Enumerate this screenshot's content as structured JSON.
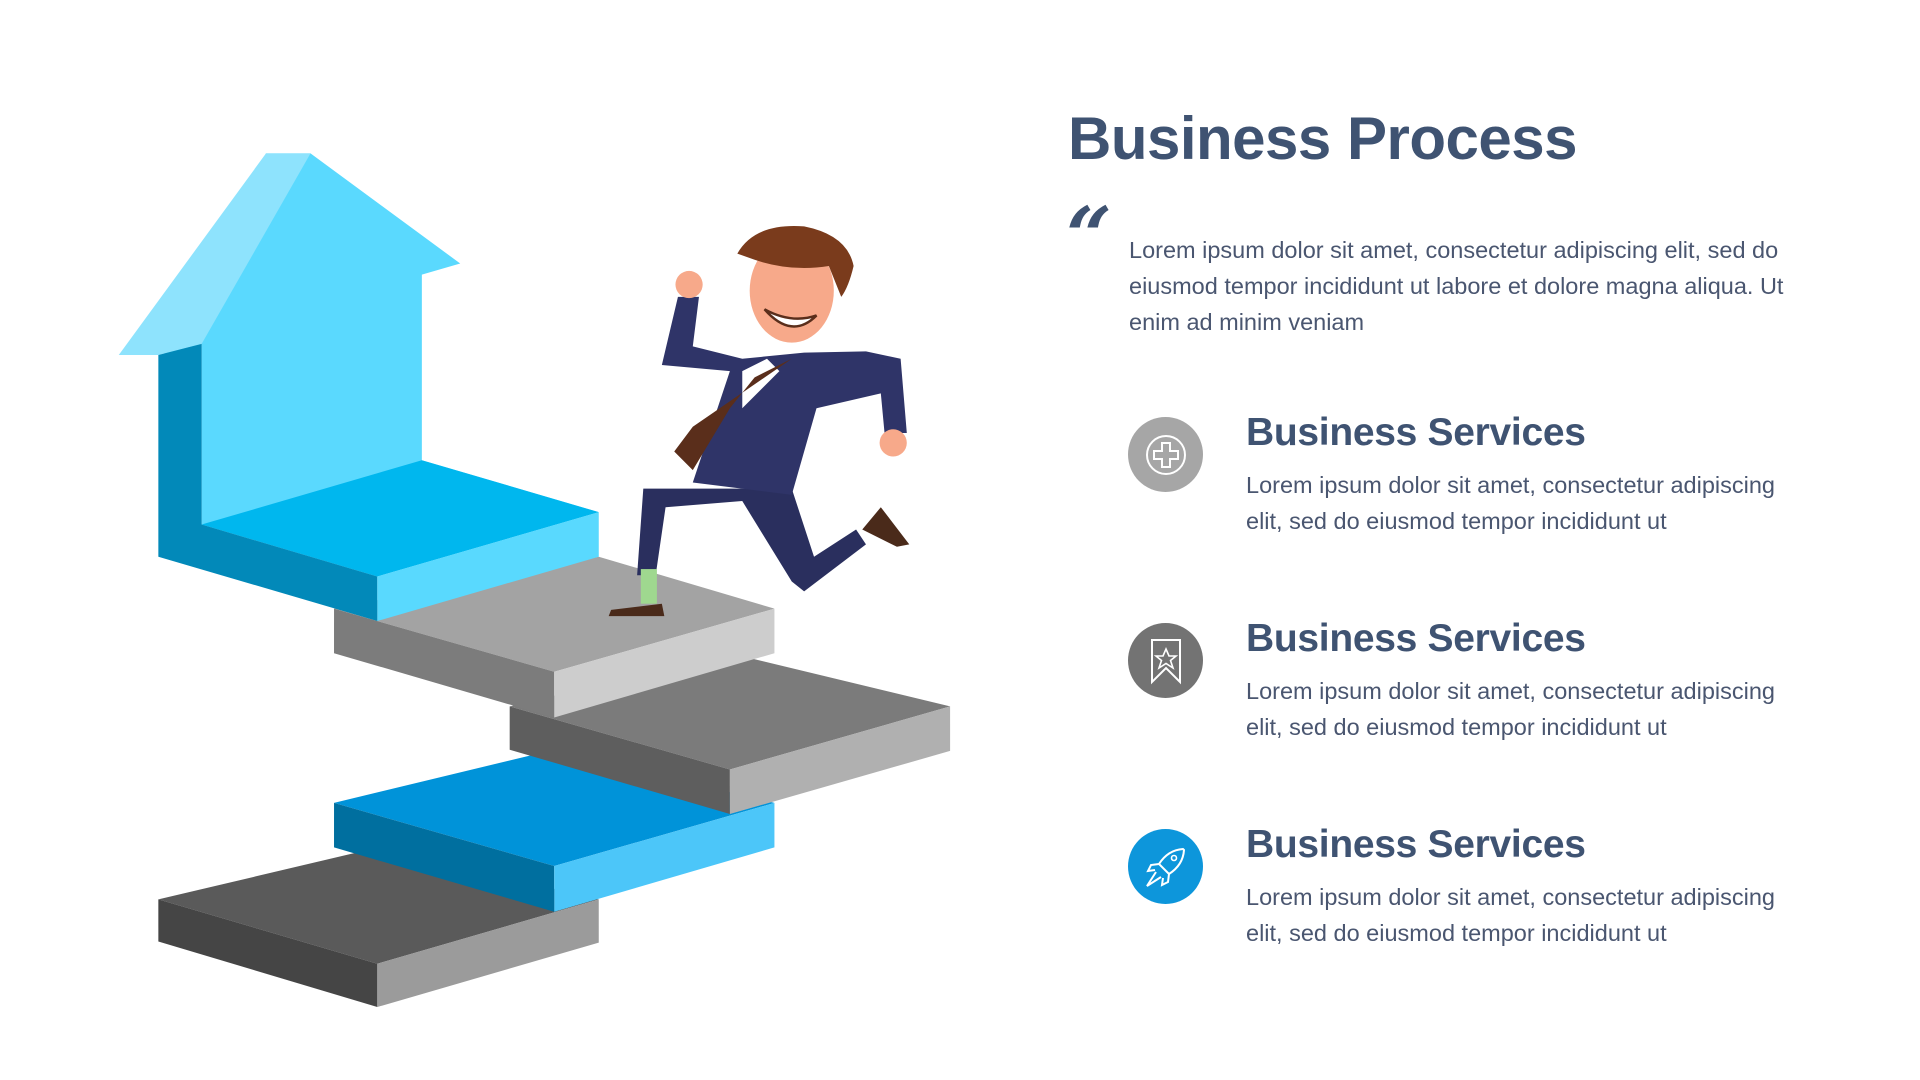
{
  "header": {
    "title": "Business Process",
    "quote_mark": "“",
    "quote_text": "Lorem ipsum dolor sit amet, consectetur adipiscing elit, sed do eiusmod tempor incididunt ut labore et dolore magna aliqua. Ut enim ad minim veniam"
  },
  "services": [
    {
      "title": "Business Services",
      "text": "Lorem ipsum dolor sit amet, consectetur adipiscing elit, sed do eiusmod tempor incididunt ut",
      "icon": "plus-circle-icon",
      "color": "#a6a6a6"
    },
    {
      "title": "Business Services",
      "text": "Lorem ipsum dolor sit amet, consectetur adipiscing elit, sed do eiusmod tempor incididunt ut",
      "icon": "bookmark-star-icon",
      "color": "#737373"
    },
    {
      "title": "Business Services",
      "text": "Lorem ipsum dolor sit amet, consectetur adipiscing elit, sed do eiusmod tempor incididunt ut",
      "icon": "rocket-icon",
      "color": "#0d96db"
    }
  ]
}
